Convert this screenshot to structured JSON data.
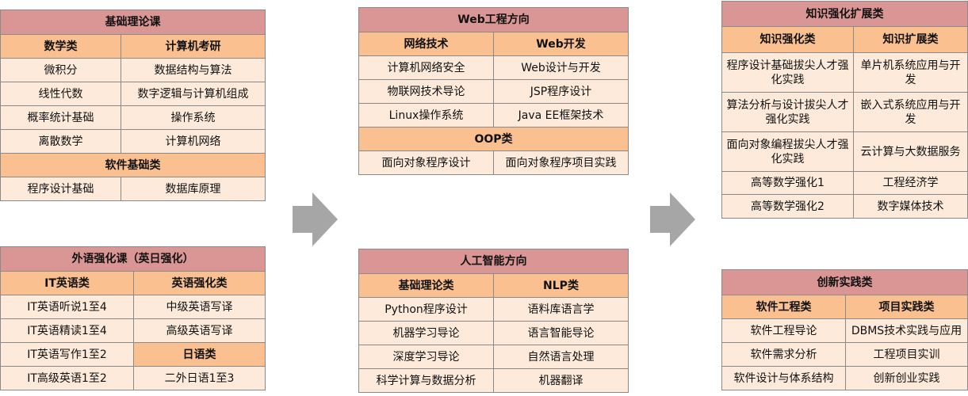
{
  "colors": {
    "title_bg": "#d99694",
    "subheader_bg": "#fac090",
    "cell_bg": "#fdeada",
    "arrow": "#a6a6a6"
  },
  "icons": {
    "arrow1": "right-arrow-icon",
    "arrow2": "right-arrow-icon"
  },
  "basic": {
    "title": "基础理论课",
    "h1": "数学类",
    "h2": "计算机考研",
    "rows": [
      [
        "微积分",
        "数据结构与算法"
      ],
      [
        "线性代数",
        "数字逻辑与计算机组成"
      ],
      [
        "概率统计基础",
        "操作系统"
      ],
      [
        "离散数学",
        "计算机网络"
      ]
    ],
    "sub": "软件基础类",
    "last": [
      "程序设计基础",
      "数据库原理"
    ]
  },
  "lang": {
    "title": "外语强化课（英日强化）",
    "h1": "IT英语类",
    "h2": "英语强化类",
    "rows": [
      [
        "IT英语听说1至4",
        "中级英语写译"
      ],
      [
        "IT英语精读1至4",
        "高级英语写译"
      ]
    ],
    "row3_left": "IT英语写作1至2",
    "jp_header": "日语类",
    "row4": [
      "IT高级英语1至2",
      "二外日语1至3"
    ]
  },
  "web": {
    "title": "Web工程方向",
    "h1": "网络技术",
    "h2": "Web开发",
    "rows": [
      [
        "计算机网络安全",
        "Web设计与开发"
      ],
      [
        "物联网技术导论",
        "JSP程序设计"
      ],
      [
        "Linux操作系统",
        "Java EE框架技术"
      ]
    ],
    "sub": "OOP类",
    "last": [
      "面向对象程序设计",
      "面向对象程序项目实践"
    ]
  },
  "ai": {
    "title": "人工智能方向",
    "h1": "基础理论类",
    "h2": "NLP类",
    "rows": [
      [
        "Python程序设计",
        "语料库语言学"
      ],
      [
        "机器学习导论",
        "语言智能导论"
      ],
      [
        "深度学习导论",
        "自然语言处理"
      ],
      [
        "科学计算与数据分析",
        "机器翻译"
      ]
    ]
  },
  "know": {
    "title": "知识强化扩展类",
    "h1": "知识强化类",
    "h2": "知识扩展类",
    "rows": [
      [
        "程序设计基础拔尖人才强化实践",
        "单片机系统应用与开发"
      ],
      [
        "算法分析与设计拔尖人才强化实践",
        "嵌入式系统应用与开发"
      ],
      [
        "面向对象编程拔尖人才强化实践",
        "云计算与大数据服务"
      ],
      [
        "高等数学强化1",
        "工程经济学"
      ],
      [
        "高等数学强化2",
        "数字媒体技术"
      ]
    ]
  },
  "innov": {
    "title": "创新实践类",
    "h1": "软件工程类",
    "h2": "项目实践类",
    "rows": [
      [
        "软件工程导论",
        "DBMS技术实践与应用"
      ],
      [
        "软件需求分析",
        "工程项目实训"
      ],
      [
        "软件设计与体系结构",
        "创新创业实践"
      ]
    ]
  }
}
